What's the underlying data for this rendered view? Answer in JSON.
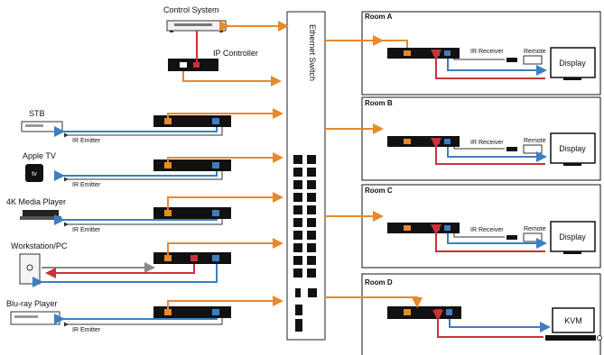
{
  "switch": {
    "label": "Ethernet Switch"
  },
  "control": {
    "system_label": "Control System",
    "ip_controller_label": "IP Controller"
  },
  "sources": [
    {
      "label": "STB",
      "ir_label": "IR Emitter"
    },
    {
      "label": "Apple TV",
      "ir_label": "IR Emitter",
      "logo_text": "tv"
    },
    {
      "label": "4K Media Player",
      "ir_label": "IR Emitter"
    },
    {
      "label": "Workstation/PC"
    },
    {
      "label": "Blu-ray Player",
      "ir_label": "IR Emitter"
    }
  ],
  "rooms": [
    {
      "title": "Room A",
      "ir_receiver": "IR Receiver",
      "remote": "Remote",
      "display": "Display"
    },
    {
      "title": "Room B",
      "ir_receiver": "IR Receiver",
      "remote": "Remote",
      "display": "Display"
    },
    {
      "title": "Room C",
      "ir_receiver": "IR Receiver",
      "remote": "Remote",
      "display": "Display"
    },
    {
      "title": "Room D",
      "display": "KVM"
    }
  ],
  "colors": {
    "ethernet": "#e8892b",
    "video": "#3a7fc4",
    "usb": "#c8323a",
    "ir": "#333333",
    "gray": "#8a8a8a"
  }
}
